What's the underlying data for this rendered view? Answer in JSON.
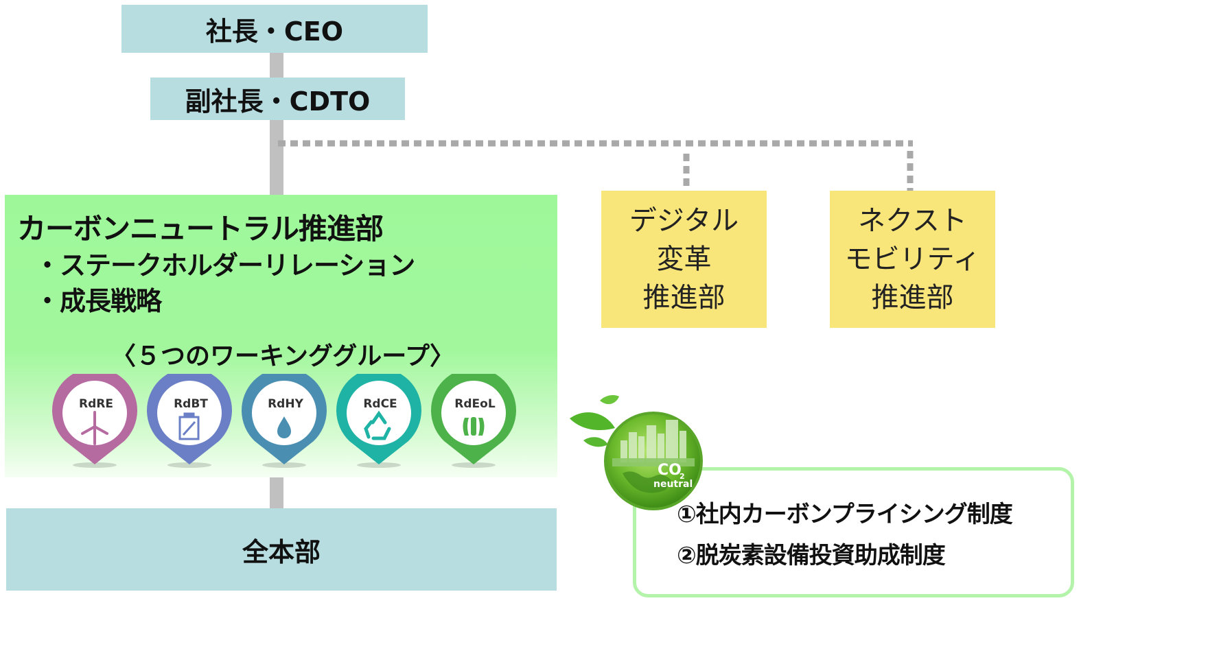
{
  "ceo": {
    "label": "社長・CEO"
  },
  "vp": {
    "label": "副社長・CDTO"
  },
  "carbon_neutral_dept": {
    "title": "カーボンニュートラル推進部",
    "items": [
      "・ステークホルダーリレーション",
      "・成長戦略"
    ],
    "working_groups_title": "〈５つのワーキンググループ〉",
    "working_groups": [
      {
        "code": "RdRE",
        "icon": "wind-turbine-icon",
        "color": "#b56aa0"
      },
      {
        "code": "RdBT",
        "icon": "battery-icon",
        "color": "#6b7fc6"
      },
      {
        "code": "RdHY",
        "icon": "water-drop-icon",
        "color": "#4a8fb2"
      },
      {
        "code": "RdCE",
        "icon": "recycle-icon",
        "color": "#1fb3a5"
      },
      {
        "code": "RdEoL",
        "icon": "end-of-life-icon",
        "color": "#4db24a"
      }
    ]
  },
  "digital_dept": {
    "lines": [
      "デジタル",
      "変革",
      "推進部"
    ]
  },
  "mobility_dept": {
    "lines": [
      "ネクスト",
      "モビリティ",
      "推進部"
    ]
  },
  "all_departments": {
    "label": "全本部"
  },
  "co2_badge": {
    "text_main": "CO",
    "text_sub": "2",
    "text_bottom": "neutral"
  },
  "policies": [
    "①社内カーボンプライシング制度",
    "②脱炭素設備投資助成制度"
  ],
  "colors": {
    "executive_box": "#b7dde0",
    "department_green": "#9ef89a",
    "department_yellow": "#f9e67a",
    "connector": "#c0c0c0",
    "policy_border": "#b3f3aa"
  }
}
